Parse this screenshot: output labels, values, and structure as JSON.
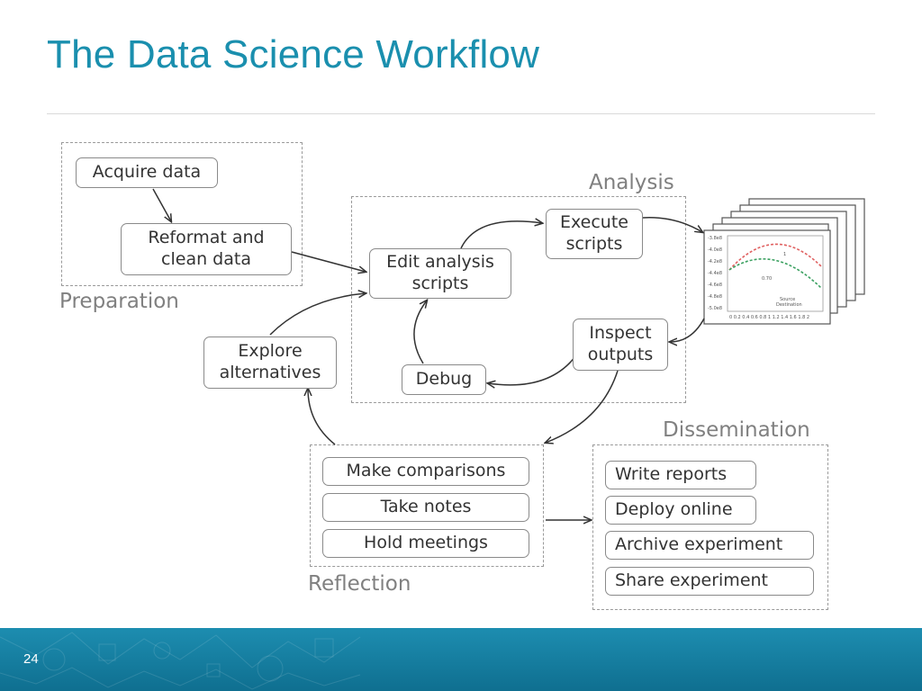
{
  "slide": {
    "title": "The Data Science Workflow",
    "page_number": "24"
  },
  "groups": {
    "preparation": "Preparation",
    "analysis": "Analysis",
    "reflection": "Reflection",
    "dissemination": "Dissemination"
  },
  "nodes": {
    "acquire": "Acquire data",
    "reformat": "Reformat and\nclean data",
    "edit": "Edit analysis\nscripts",
    "execute": "Execute\nscripts",
    "inspect": "Inspect\noutputs",
    "debug": "Debug",
    "explore": "Explore\nalternatives",
    "comparisons": "Make comparisons",
    "notes": "Take notes",
    "meetings": "Hold meetings",
    "write_reports": "Write reports",
    "deploy": "Deploy online",
    "archive": "Archive experiment",
    "share": "Share experiment"
  },
  "output_plot": {
    "y_ticks": [
      "-3.8e8",
      "-4.0e8",
      "-4.2e8",
      "-4.4e8",
      "-4.6e8",
      "-4.8e8",
      "-5.0e8"
    ],
    "x_ticks": "0 0.2 0.4 0.6 0.8 1 1.2 1.4 1.6 1.8 2",
    "legend": [
      "Source",
      "Destination"
    ],
    "annotations": [
      "1",
      "0.70"
    ]
  },
  "colors": {
    "title": "#1a8fae",
    "footer": "#1d8db0",
    "series_red": "#e06060",
    "series_green": "#3aa060"
  }
}
